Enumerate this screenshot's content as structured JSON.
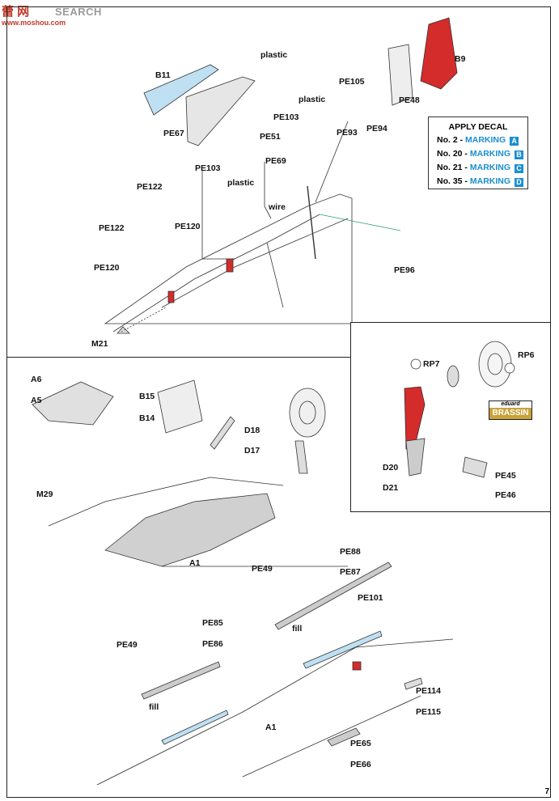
{
  "watermark": {
    "logo": "蕾 网",
    "search": "SEARCH",
    "url": "www.moshou.com"
  },
  "page_number": "7",
  "decal_box": {
    "title": "APPLY DECAL",
    "rows": [
      {
        "no": "No. 2",
        "marking": "MARKING",
        "letter": "A"
      },
      {
        "no": "No. 20",
        "marking": "MARKING",
        "letter": "B"
      },
      {
        "no": "No. 21",
        "marking": "MARKING",
        "letter": "C"
      },
      {
        "no": "No. 35",
        "marking": "MARKING",
        "letter": "D"
      }
    ]
  },
  "brassin": {
    "top": "eduard",
    "bottom": "BRASSIN"
  },
  "labels": {
    "b11": "B11",
    "plastic_top": "plastic",
    "plastic_mid": "plastic",
    "plastic_low": "plastic",
    "pe105": "PE105",
    "b9": "B9",
    "pe48": "PE48",
    "pe103_a": "PE103",
    "pe103_b": "PE103",
    "pe67": "PE67",
    "pe51": "PE51",
    "pe69": "PE69",
    "pe93": "PE93",
    "pe94": "PE94",
    "wire": "wire",
    "pe122_a": "PE122",
    "pe122_b": "PE122",
    "pe120_a": "PE120",
    "pe120_b": "PE120",
    "pe96": "PE96",
    "m21": "M21",
    "a6": "A6",
    "a5": "A5",
    "b15": "B15",
    "b14": "B14",
    "d18": "D18",
    "d17": "D17",
    "m29": "M29",
    "a1_top": "A1",
    "rp7": "RP7",
    "rp6": "RP6",
    "d20": "D20",
    "d21": "D21",
    "pe45": "PE45",
    "pe46": "PE46",
    "pe88": "PE88",
    "pe87": "PE87",
    "pe49_a": "PE49",
    "pe49_b": "PE49",
    "pe101": "PE101",
    "pe85": "PE85",
    "pe86": "PE86",
    "fill_a": "fill",
    "fill_b": "fill",
    "pe114": "PE114",
    "pe115": "PE115",
    "a1_bottom": "A1",
    "pe65": "PE65",
    "pe66": "PE66"
  },
  "colors": {
    "accent_blue": "#1b8fd0",
    "part_red": "#d42b2b",
    "light_blue": "#bfe0f3",
    "gray_fill": "#d0d0d0"
  }
}
